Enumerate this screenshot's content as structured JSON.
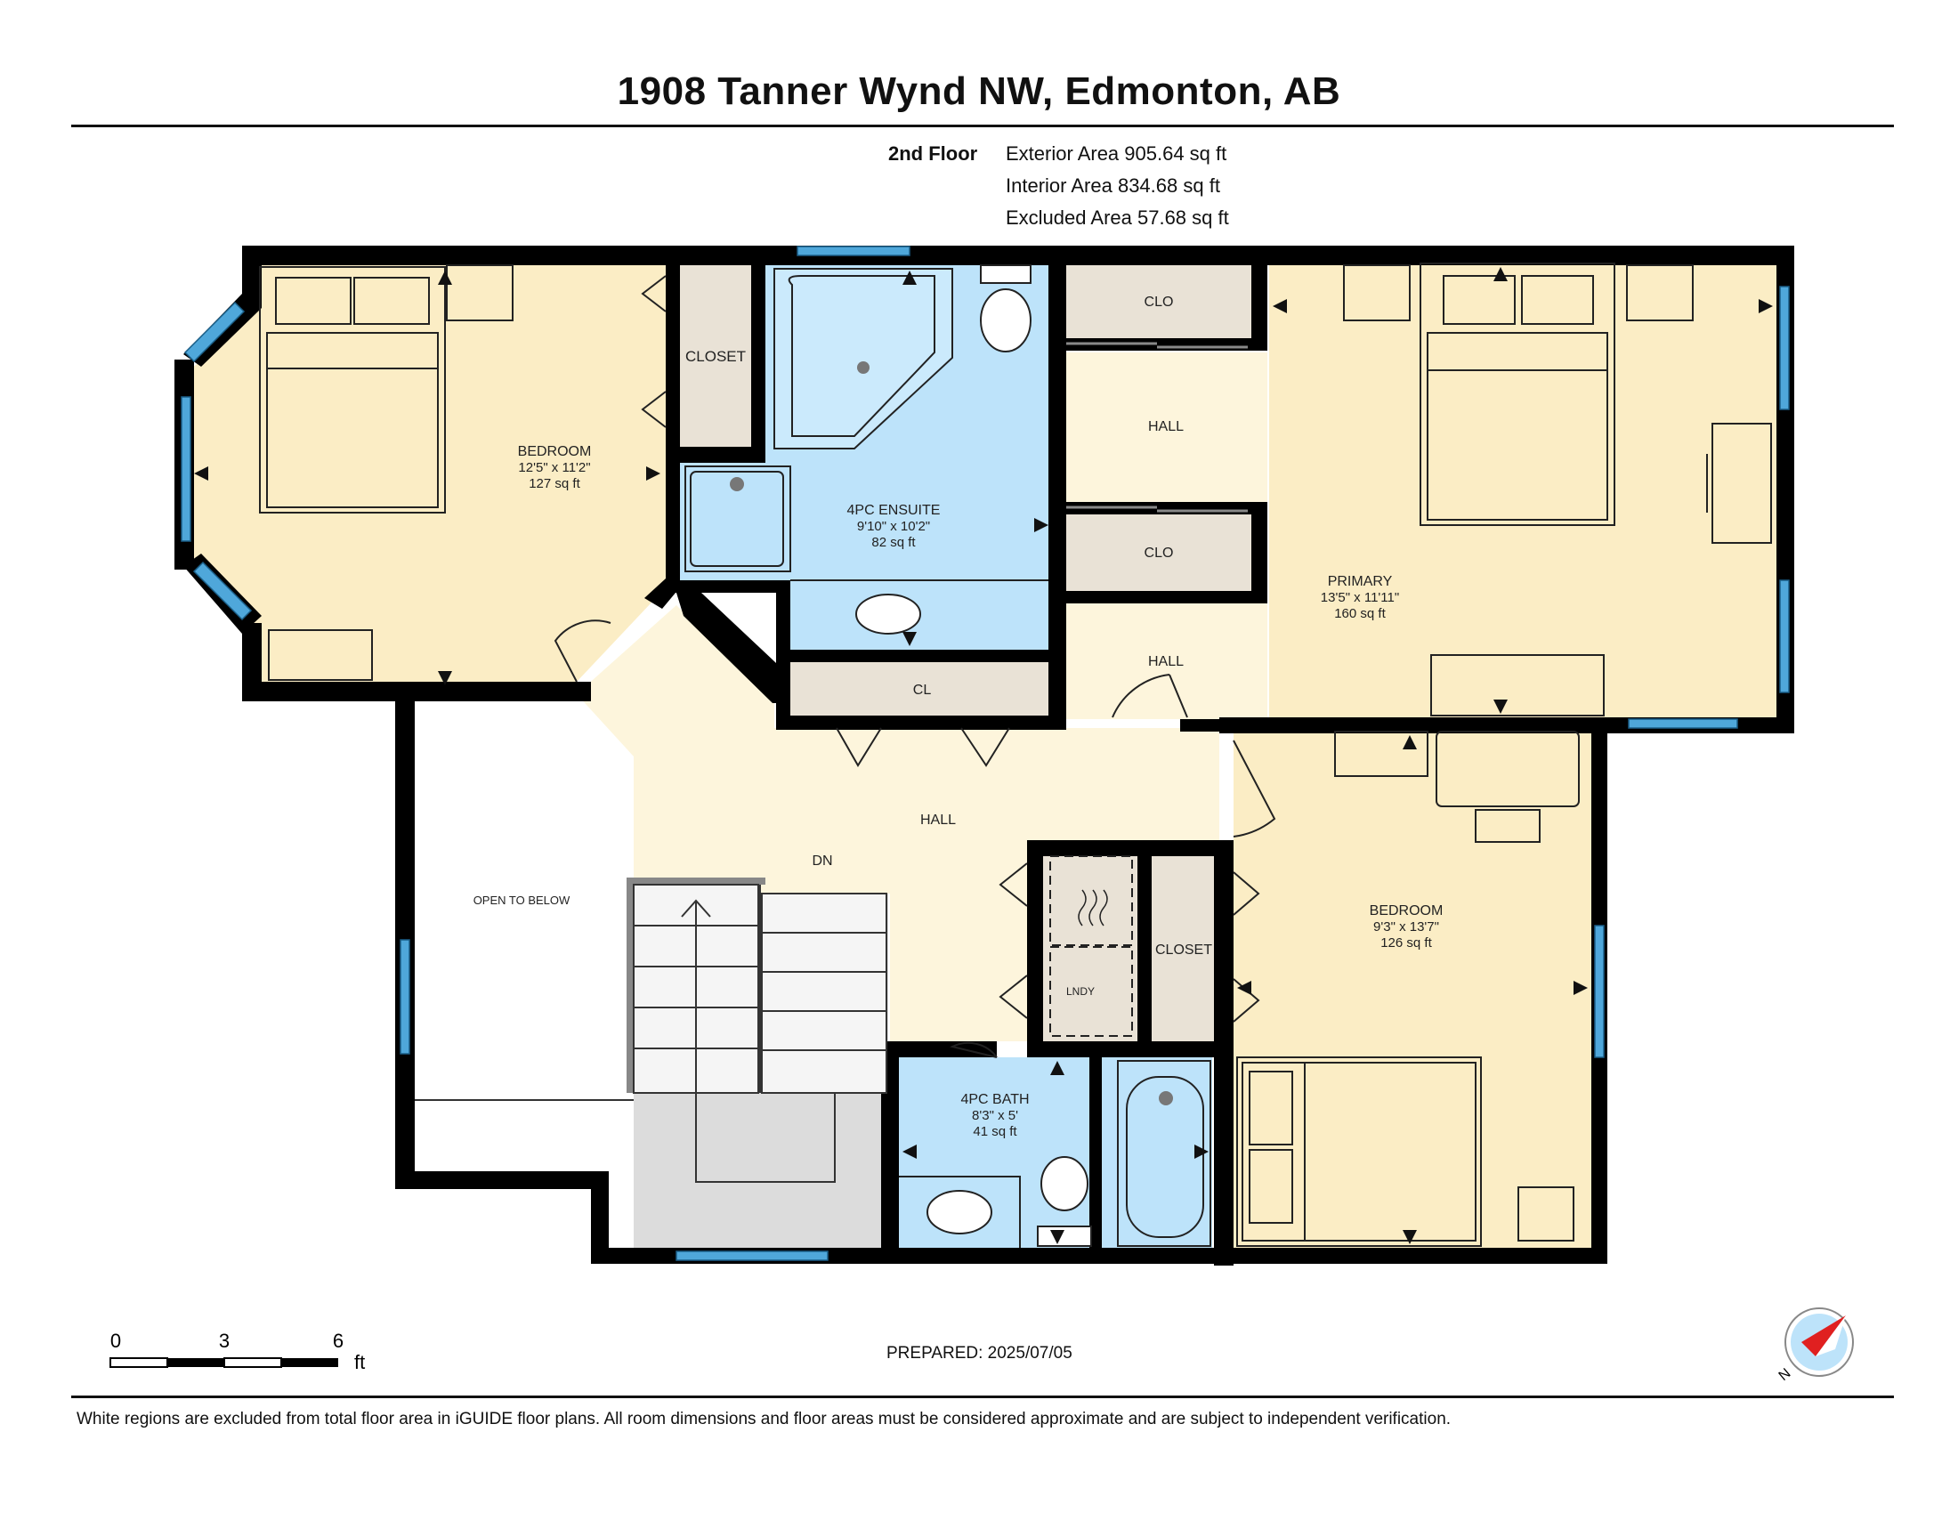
{
  "title": "1908 Tanner Wynd NW, Edmonton, AB",
  "floor": {
    "name": "2nd Floor",
    "exterior_area": "Exterior Area 905.64 sq ft",
    "interior_area": "Interior Area 834.68 sq ft",
    "excluded_area": "Excluded Area 57.68 sq ft"
  },
  "rooms": {
    "bedroom_left": {
      "name": "BEDROOM",
      "dims": "12'5\" x 11'2\"",
      "area": "127 sq ft"
    },
    "closet_left": {
      "name": "CLOSET"
    },
    "ensuite": {
      "name": "4PC ENSUITE",
      "dims": "9'10\" x 10'2\"",
      "area": "82 sq ft"
    },
    "clo_top": {
      "name": "CLO"
    },
    "hall_top": {
      "name": "HALL"
    },
    "clo_mid": {
      "name": "CLO"
    },
    "hall_mid": {
      "name": "HALL"
    },
    "primary": {
      "name": "PRIMARY",
      "dims": "13'5\" x 11'11\"",
      "area": "160 sq ft"
    },
    "cl": {
      "name": "CL"
    },
    "hall_main": {
      "name": "HALL"
    },
    "dn": {
      "name": "DN"
    },
    "open_below": {
      "name": "OPEN TO BELOW"
    },
    "closet_right": {
      "name": "CLOSET"
    },
    "lndy": {
      "name": "LNDY"
    },
    "bath": {
      "name": "4PC BATH",
      "dims": "8'3\" x 5'",
      "area": "41 sq ft"
    },
    "bedroom_right": {
      "name": "BEDROOM",
      "dims": "9'3\" x 13'7\"",
      "area": "126 sq ft"
    }
  },
  "scale": {
    "t0": "0",
    "t3": "3",
    "t6": "6",
    "unit": "ft"
  },
  "prepared": "PREPARED: 2025/07/05",
  "compass_label": "N",
  "disclaimer": "White regions are excluded from total floor area in iGUIDE floor plans. All room dimensions and floor areas must be considered approximate and are subject to independent verification.",
  "colors": {
    "bedroom": "#fbedc5",
    "hall": "#fdf5dc",
    "bath": "#bde3fa",
    "closet": "#e9e2d6",
    "stairs": "#dcdcdc",
    "window": "#4fa7da",
    "wall": "#000000"
  }
}
